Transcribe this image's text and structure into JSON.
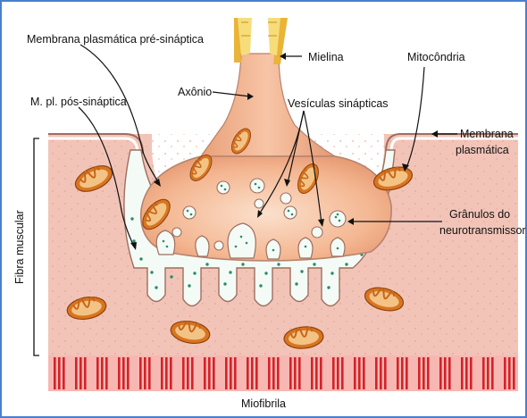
{
  "labels": {
    "presynaptic_membrane": "Membrana plasmática pré-sináptica",
    "myelin": "Mielina",
    "axon": "Axônio",
    "mitochondria": "Mitocôndria",
    "postsynaptic_membrane": "M. pl. pós-sináptica",
    "synaptic_vesicles": "Vesículas sinápticas",
    "plasma_membrane_line1": "Membrana",
    "plasma_membrane_line2": "plasmática",
    "granules_line1": "Grânulos do",
    "granules_line2": "neurotransmissor",
    "muscle_fiber": "Fibra muscular",
    "myofibril": "Miofibrila"
  },
  "colors": {
    "background": "#ffffff",
    "frame_blue": "#4a7fd0",
    "muscle_pink": "#f2c4b8",
    "muscle_dot": "#e9a493",
    "terminal_orange": "#f4b792",
    "terminal_inner": "#f9d2b8",
    "membrane_edge": "#b5836f",
    "cleft_white": "#f4fbf6",
    "granule_green": "#2d8a6a",
    "mito_fill": "#d9751f",
    "mito_inner": "#f3c385",
    "myelin_yellow": "#f1c64c",
    "myofibril_red": "#d2232a",
    "myofibril_bg": "#f7b7b2"
  }
}
